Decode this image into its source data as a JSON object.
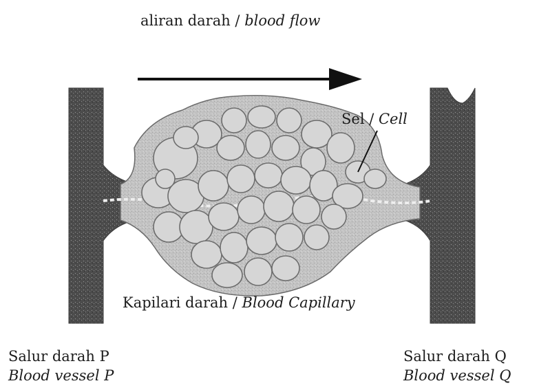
{
  "labels": {
    "flow_main": "aliran darah / ",
    "flow_italic": "blood flow",
    "cell_main": "Sel / ",
    "cell_italic": "Cell",
    "capillary_main": "Kapilari darah / ",
    "capillary_italic": "Blood Capillary",
    "vessel_p_line1": "Salur darah P",
    "vessel_p_line2": "Blood vessel P",
    "vessel_q_line1": "Salur darah Q",
    "vessel_q_line2": "Blood vessel Q"
  },
  "colors": {
    "vessel_fill": "#5a5a5a",
    "tissue_fill": "#c8c8c8",
    "cell_stroke": "#6d6d6d",
    "arrow": "#111111"
  }
}
